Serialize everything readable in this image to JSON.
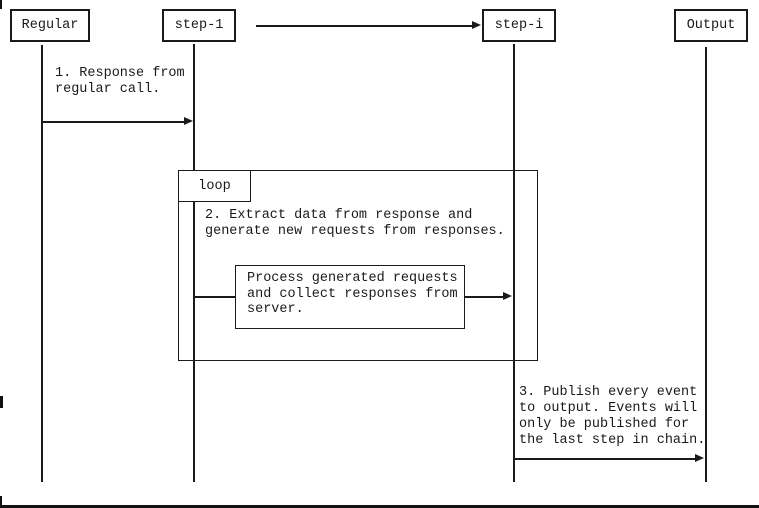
{
  "diagram": {
    "participants": [
      {
        "label": "Regular"
      },
      {
        "label": "step-1"
      },
      {
        "label": "step-i"
      },
      {
        "label": "Output"
      }
    ],
    "loop_fragment": {
      "label": "loop"
    },
    "messages": {
      "msg1": "1. Response from\nregular call.",
      "msg2": "2. Extract data from response and\ngenerate new requests from responses.",
      "process_box": "Process generated requests\nand collect responses from\nserver.",
      "msg3": "3. Publish every event\nto output. Events will\nonly be published for\nthe last step in chain."
    },
    "colors": {
      "line": "#1a1a1a",
      "background": "#ffffff"
    }
  }
}
